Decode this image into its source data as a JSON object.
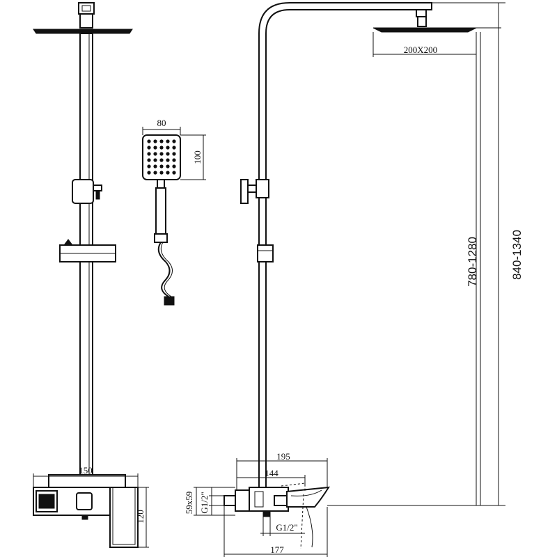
{
  "dimensions": {
    "handshower_width": "80",
    "handshower_height": "100",
    "head_size": "200X200",
    "mixer_front_width": "150",
    "mixer_front_height": "120",
    "spout_reach": "195",
    "mixer_width": "144",
    "mixer_depth": "177",
    "inlet_size": "59x59",
    "thread_upper": "G1/2\"",
    "thread_lower": "G1/2\"",
    "head_height_range": "780-1280",
    "total_height_range": "840-1340"
  }
}
